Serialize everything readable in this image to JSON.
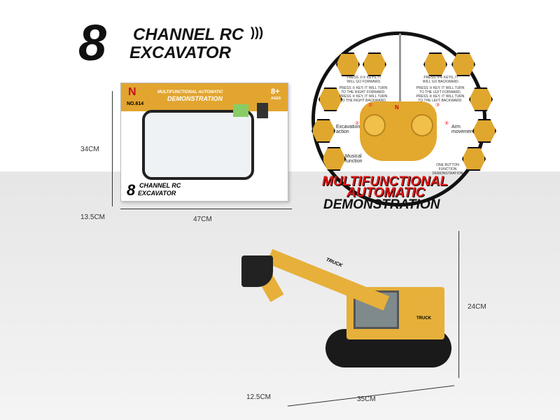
{
  "title": {
    "number": "8",
    "line1": "CHANNEL RC",
    "line2": "EXCAVATOR"
  },
  "package": {
    "brand": "N",
    "model": "NO.614",
    "headline1": "MULTIFUNCTIONAL AUTOMATIC",
    "headline2": "DEMONSTRATION",
    "age": "8+",
    "age_label": "AGES",
    "box_title_number": "8",
    "box_title_line1": "CHANNEL RC",
    "box_title_line2": "EXCAVATOR",
    "height": "34CM",
    "depth": "13.5CM",
    "width": "47CM"
  },
  "controller": {
    "brand": "N",
    "left_notes": [
      "PRESS ①② KEYS, IT WILL GO FORWARD.",
      "PRESS ① KEY, IT WILL TURN TO THE RIGHT FORWARD.",
      "PRESS ② KEY, IT WILL TURN TO THE RIGHT BACKWARD."
    ],
    "right_notes": [
      "PRESS ③④ KEYS, IT WILL GO BACKWARD.",
      "PRESS ③ KEY, IT WILL TURN TO THE LEFT FORWARD.",
      "PRESS ④ KEY, IT WILL TURN TO THE LEFT BACKWARD."
    ],
    "excavation": "Excavation action",
    "arm": "Arm movement",
    "music": "Musical function",
    "one_button": "ONE BUTTON FUNCTION DEMONSTRATION",
    "callouts": [
      "①",
      "②",
      "③",
      "④"
    ]
  },
  "feature": {
    "line1": "MULTIFUNCTIONAL",
    "line2": "AUTOMATIC",
    "line3": "DEMONSTRATION"
  },
  "toy": {
    "label": "TRUCK",
    "height": "24CM",
    "depth": "12.5CM",
    "length": "35CM"
  },
  "colors": {
    "accent": "#e2a530",
    "red": "#e01818"
  }
}
